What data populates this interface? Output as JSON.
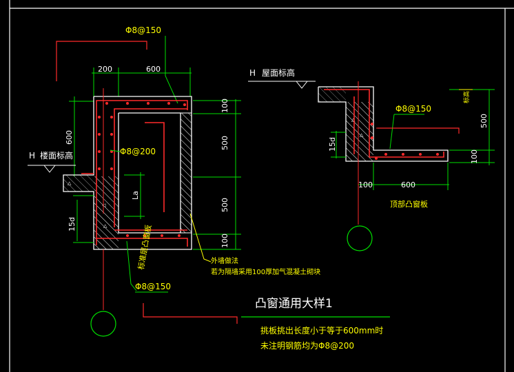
{
  "colors": {
    "background": "#000000",
    "frame": "#ffffff",
    "concrete_outline": "#ffffff",
    "rebar": "#ff2a2a",
    "dimension": "#00e000",
    "leader_yellow": "#ffff00",
    "hatch": "#ffffff",
    "grid_axis": "#ff2a2a",
    "axis_bubble": "#00e000",
    "stirrup_dots": "#ff2a2a"
  },
  "left_detail": {
    "top_rebar_label": "Φ8@150",
    "dim_top_left": "200",
    "dim_top_right": "600",
    "dim_left_vertical": "600",
    "floor_mark": "H",
    "floor_label": "楼面标高",
    "inner_rebar_label": "Φ8@200",
    "la_label": "La",
    "dim_15d": "15d",
    "right_dim_100_top": "100",
    "right_dim_500_a": "500",
    "right_dim_500_b": "500",
    "right_dim_100_bottom": "100",
    "bottom_board_label": "标准层凸窗板",
    "bottom_rebar_label": "Φ8@150",
    "note_wall_1": "外墙做法",
    "note_wall_2": "若为隔墙采用100厚加气混凝土砌块"
  },
  "right_detail": {
    "roof_mark": "H",
    "roof_label": "屋面标高",
    "rebar_label": "Φ8@150",
    "dim_15d": "15d",
    "dim_500": "500",
    "dim_100": "100",
    "dim_100_bottom": "100",
    "dim_600": "600",
    "board_label": "顶部凸窗板",
    "vertical_tag": "标高"
  },
  "title": {
    "main": "凸窗通用大样1",
    "note_line1": "挑板挑出长度小于等于600mm时",
    "note_line2": "未注明钢筋均为Φ8@200"
  }
}
